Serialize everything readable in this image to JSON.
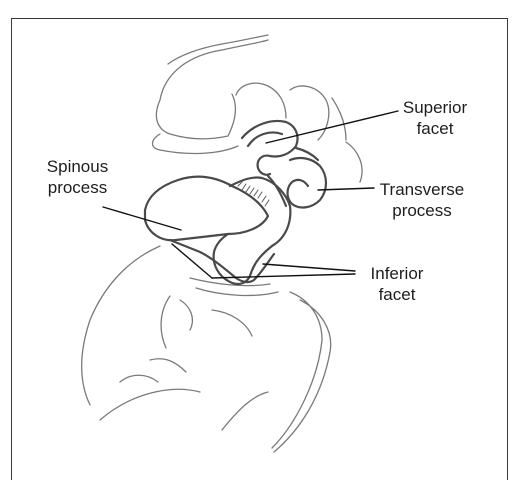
{
  "labels": {
    "superior_facet": [
      "Superior",
      "facet"
    ],
    "spinous_process": [
      "Spinous",
      "process"
    ],
    "transverse_process": [
      "Transverse",
      "process"
    ],
    "inferior_facet": [
      "Inferior",
      "facet"
    ]
  },
  "colors": {
    "outline_bold": "#4a4a4a",
    "outline_light": "#7a7a7a",
    "leader": "#111111"
  }
}
